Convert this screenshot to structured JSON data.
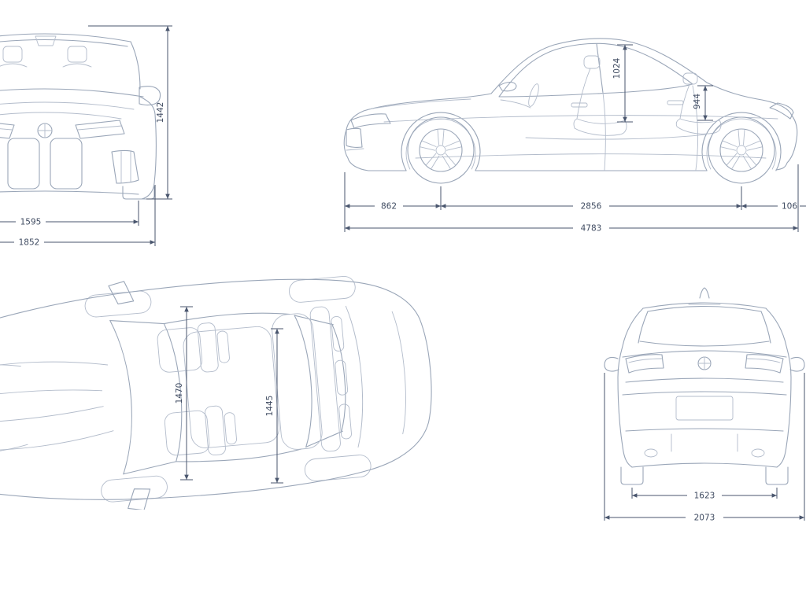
{
  "colors": {
    "car_outline": "#9aa6b8",
    "car_detail": "#b3bccb",
    "dimension": "#4a566e",
    "dimension_text": "#3f4b61",
    "background": "#ffffff"
  },
  "views": {
    "front": {
      "dims": {
        "height": "1442",
        "track_width": "1595",
        "overall_width": "1852"
      }
    },
    "side": {
      "dims": {
        "front_interior_height": "1024",
        "rear_interior_height": "944",
        "front_overhang": "862",
        "wheelbase": "2856",
        "rear_overhang_cut": "106",
        "overall_length": "4783"
      }
    },
    "top": {
      "dims": {
        "front_interior_width": "1470",
        "rear_interior_width": "1445"
      }
    },
    "rear": {
      "dims": {
        "rear_track": "1623",
        "width_incl_mirrors": "2073"
      }
    }
  }
}
